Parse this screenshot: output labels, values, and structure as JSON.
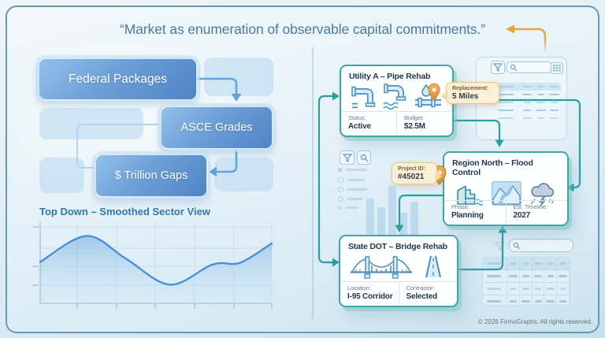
{
  "theme": {
    "accent_teal": "#2f9d9d",
    "accent_orange": "#e9a43f",
    "node_blue": "#5b8fcc",
    "title_color": "#4a7aa4",
    "card_border": "#3fa6a6"
  },
  "header": {
    "title": "“Market as enumeration of observable capital commitments.”"
  },
  "flowchart": {
    "nodes": [
      {
        "label": "Federal Packages"
      },
      {
        "label": "ASCE Grades"
      },
      {
        "label": "$ Trillion Gaps"
      }
    ]
  },
  "chart": {
    "heading": "Top Down – Smoothed Sector View"
  },
  "chart_data": {
    "type": "area",
    "title": "Top Down – Smoothed Sector View",
    "x_frac": [
      0,
      0.2,
      0.37,
      0.56,
      0.745,
      0.864,
      1.0
    ],
    "values": [
      0.51,
      0.83,
      0.55,
      0.23,
      0.48,
      0.5,
      0.74
    ],
    "xlabel": "",
    "ylabel": "",
    "x_tick_count": 6,
    "y_tick_count": 3,
    "grid": true,
    "note": "unlabeled smoothed sector curve, normalized 0-1"
  },
  "cards": {
    "utility": {
      "title": "Utility A – Pipe Rehab",
      "fields": [
        {
          "label": "Status:",
          "value": "Active"
        },
        {
          "label": "Budget:",
          "value": "$2.5M"
        }
      ],
      "badge": {
        "label": "Replacement:",
        "value": "5 Miles"
      }
    },
    "region": {
      "title": "Region North – Flood Control",
      "fields": [
        {
          "label": "Phase:",
          "value": "Planning"
        },
        {
          "label": "Est. Timeline:",
          "value": "2027"
        }
      ],
      "badge": {
        "label": "Project ID:",
        "value": "#45021"
      }
    },
    "state": {
      "title": "State DOT – Bridge Rehab",
      "fields": [
        {
          "label": "Location:",
          "value": "I-95 Corridor"
        },
        {
          "label": "Contractor:",
          "value": "Selected"
        }
      ]
    }
  },
  "icons": {
    "filter": "funnel",
    "search": "magnifier",
    "grid": "table-grid",
    "pin": "map-pin",
    "droplet": "water-drop"
  },
  "footer": {
    "copyright": "© 2026 FirmoGraphs. All rights reserved."
  }
}
